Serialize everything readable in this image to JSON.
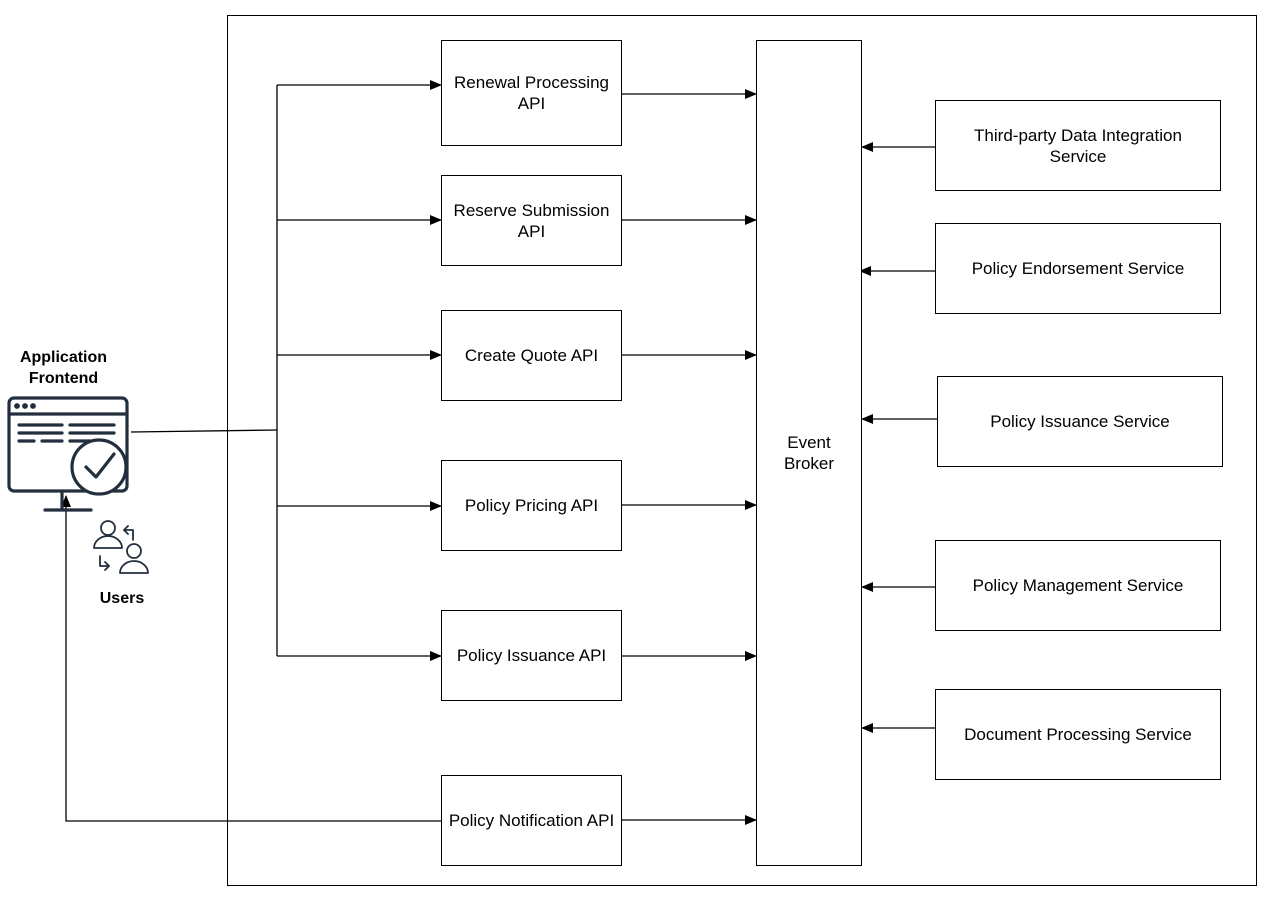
{
  "frontend": {
    "title": "Application Frontend",
    "users_label": "Users"
  },
  "apis": {
    "renewal": "Renewal Processing API",
    "reserve": "Reserve Submission API",
    "quote": "Create Quote API",
    "pricing": "Policy Pricing API",
    "issuance": "Policy Issuance API",
    "notification": "Policy Notification API"
  },
  "broker": {
    "label": "Event Broker"
  },
  "services": {
    "third_party": "Third-party Data Integration Service",
    "endorsement": "Policy Endorsement Service",
    "issuance": "Policy Issuance Service",
    "management": "Policy Management Service",
    "document": "Document Processing Service"
  },
  "icons": [
    "monitor-check-icon",
    "users-exchange-icon"
  ],
  "colors": {
    "icon": "#232f3e",
    "line": "#000000"
  }
}
